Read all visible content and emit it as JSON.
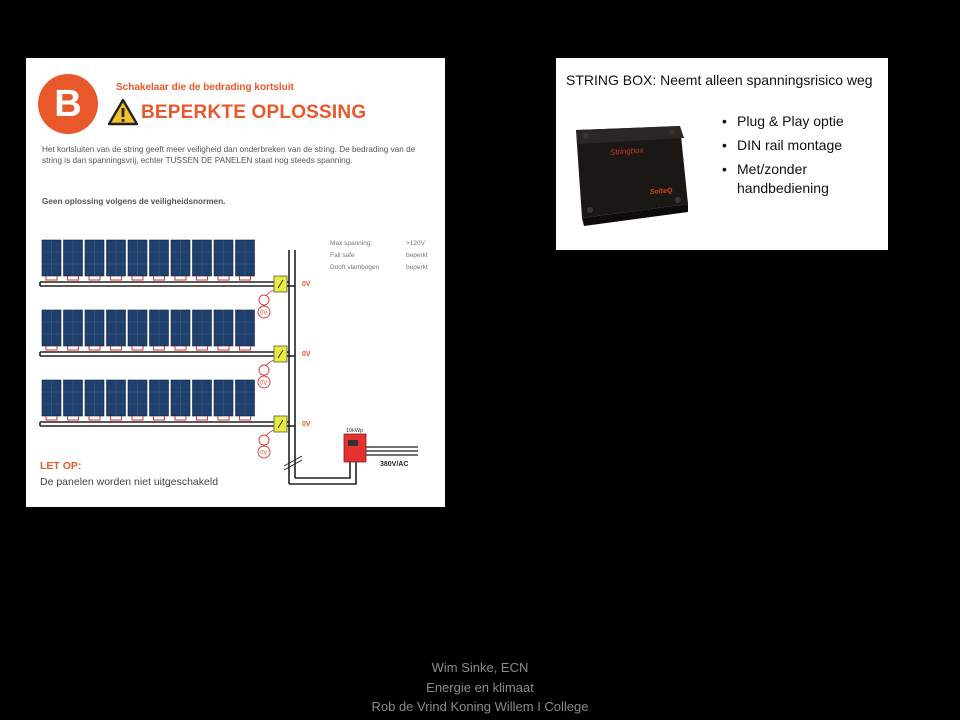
{
  "left_slide": {
    "badge_letter": "B",
    "subtitle": "Schakelaar die de bedrading kortsluit",
    "title": "BEPERKTE OPLOSSING",
    "paragraph": "Het kortsluiten van de string geeft meer veiligheid dan onderbreken van de string. De bedrading van de string is dan spanningsvrij, echter TUSSEN DE PANELEN  staat nog steeds spanning.",
    "bold_line": "Geen oplossing volgens de veiligheidsnormen.",
    "specs": [
      {
        "k": "Max spanning:",
        "v": ">120V"
      },
      {
        "k": "Fail safe",
        "v": "beperkt"
      },
      {
        "k": "Dooft vlambogen",
        "v": "beperkt"
      }
    ],
    "string_voltages": [
      "0V",
      "0V",
      "0V"
    ],
    "loose_voltages": [
      "0V",
      "0V",
      "0V"
    ],
    "inverter_label": "10kWp",
    "ac_label": "380V/AC",
    "let_op": "LET OP:",
    "let_op_text": "De panelen worden niet uitgeschakeld",
    "colors": {
      "accent": "#e8582a",
      "panel": "#1f3f6d",
      "switch": "#e9ec3c",
      "inverter": "#e5312f"
    }
  },
  "right_slide": {
    "title": "STRING BOX: Neemt alleen spanningsrisico weg",
    "device_label": "Stringbox",
    "device_brand": "SolteQ",
    "bullets": [
      "Plug & Play optie",
      "DIN rail montage",
      "Met/zonder handbediening"
    ]
  },
  "footer": {
    "line1": "Wim Sinke, ECN",
    "line2": "Energie en klimaat",
    "line3": "Rob de Vrind Koning Willem I College"
  }
}
